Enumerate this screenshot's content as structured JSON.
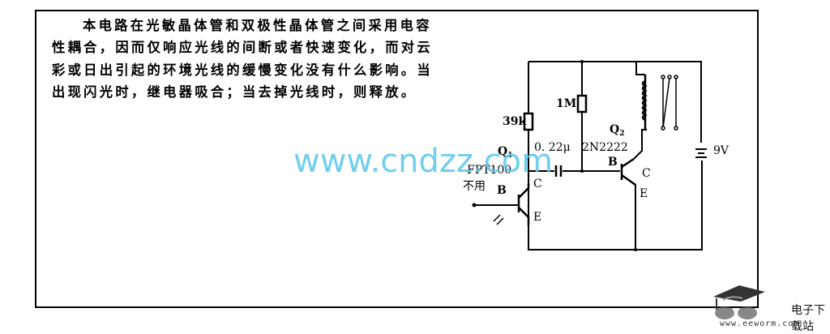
{
  "description": "本电路在光敏晶体管和双极性晶体管之间采用电容性耦合，因而仅响应光线的间断或者快速变化，而对云彩或日出引起的环境光线的缓慢变化没有什么影响。当出现闪光时，继电器吸合；当去掉光线时，则释放。",
  "circuit": {
    "r1": "39k",
    "r2": "1M",
    "cap": "0. 22μ",
    "q1_label": "Q",
    "q1_sub": "1",
    "q1_part": "FPT100",
    "q1_base_note": "不用",
    "q2_label": "Q",
    "q2_sub": "2",
    "q2_part": "2N2222",
    "pin_b": "B",
    "pin_c": "C",
    "pin_e": "E",
    "battery": "9V"
  },
  "watermark": "www.cndzz.com",
  "logo": {
    "name": "电子下载站",
    "url": "www.eeworm.com"
  }
}
